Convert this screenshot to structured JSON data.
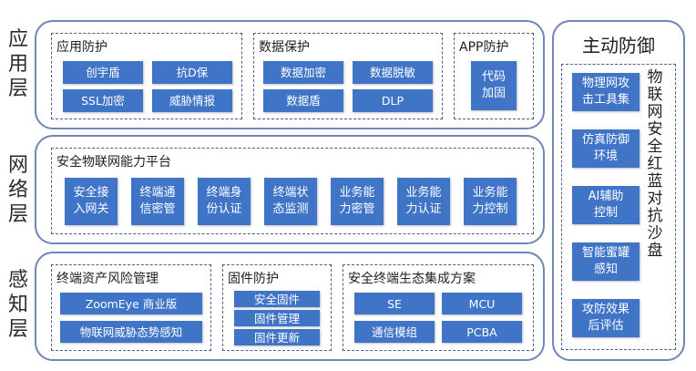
{
  "layers": {
    "application": "应用层",
    "network": "网络层",
    "perception": "感知层"
  },
  "app_protection": {
    "title": "应用防护",
    "items": [
      "创宇盾",
      "抗D保",
      "SSL加密",
      "威胁情报"
    ]
  },
  "data_protection": {
    "title": "数据保护",
    "items": [
      "数据加密",
      "数据脱敏",
      "数据盾",
      "DLP"
    ]
  },
  "app_guard": {
    "title": "APP防护",
    "items": [
      "代码加固"
    ]
  },
  "network_platform": {
    "title": "安全物联网能力平台",
    "items": [
      "安全接入网关",
      "终端通信密管",
      "终端身份认证",
      "终端状态监测",
      "业务能力密管",
      "业务能力认证",
      "业务能力控制"
    ]
  },
  "terminal_risk": {
    "title": "终端资产风险管理",
    "items": [
      "ZoomEye 商业版",
      "物联网威胁态势感知"
    ]
  },
  "firmware": {
    "title": "固件防护",
    "items": [
      "安全固件",
      "固件管理",
      "固件更新"
    ]
  },
  "ecosystem": {
    "title": "安全终端生态集成方案",
    "items": [
      "SE",
      "MCU",
      "通信模组",
      "PCBA"
    ]
  },
  "active_defense": {
    "title": "主动防御",
    "vertical_label": "物联网安全红蓝对抗沙盘",
    "items": [
      "物理网攻击工具集",
      "仿真防御环境",
      "AI辅助控制",
      "智能蜜罐感知",
      "攻防效果后评估"
    ]
  },
  "colors": {
    "box": "#3f74c7",
    "panel_border": "#6f86b9",
    "group_border": "#4a5f8c"
  }
}
